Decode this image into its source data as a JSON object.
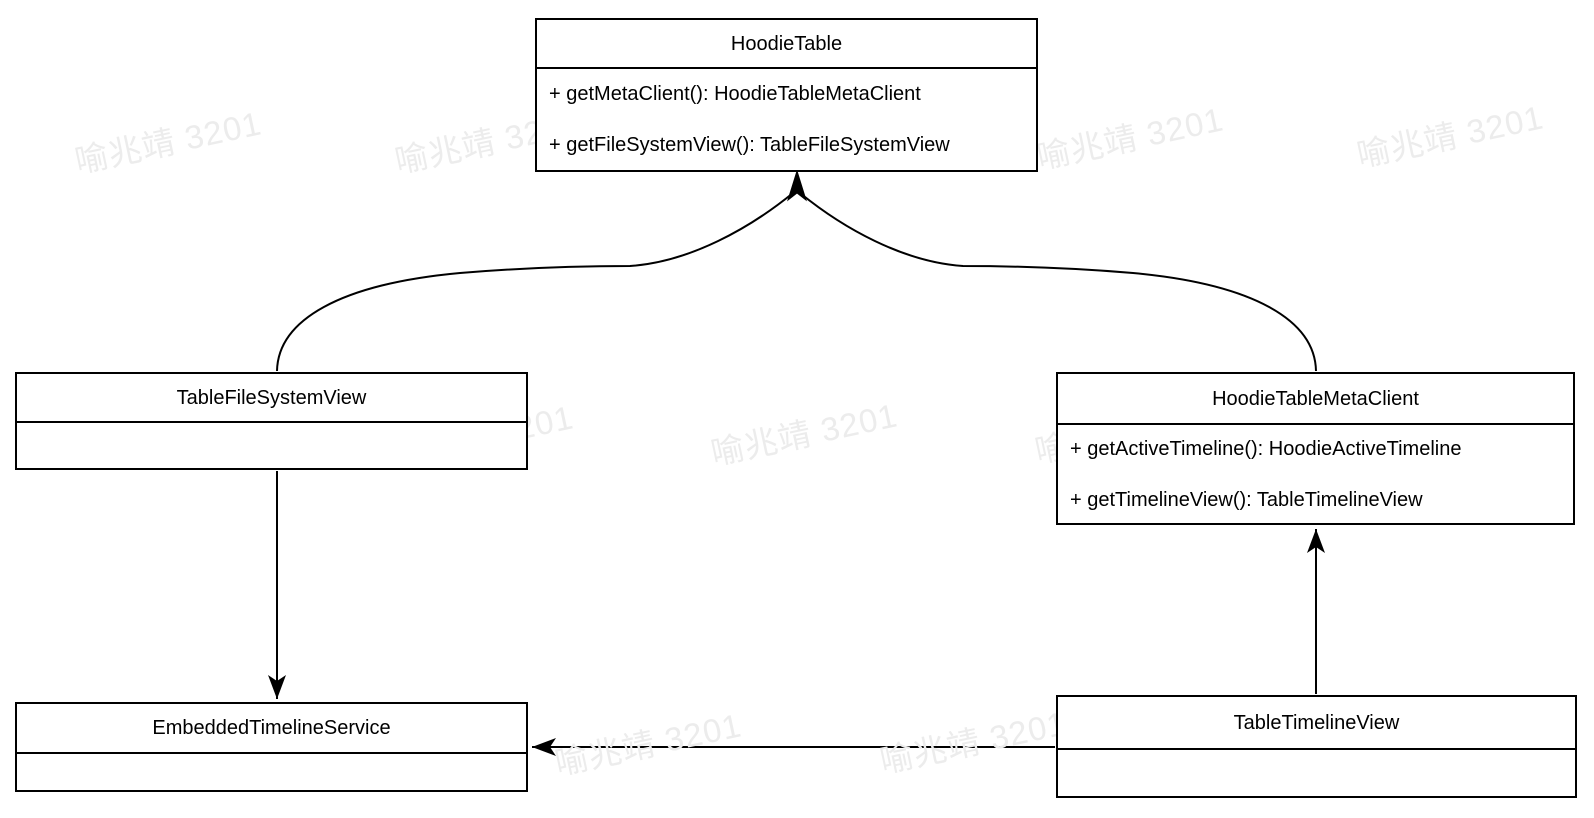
{
  "diagram": {
    "classes": [
      {
        "name": "HoodieTable",
        "methods": [
          "+ getMetaClient(): HoodieTableMetaClient",
          "+ getFileSystemView(): TableFileSystemView"
        ]
      },
      {
        "name": "TableFileSystemView",
        "methods": []
      },
      {
        "name": "HoodieTableMetaClient",
        "methods": [
          "+ getActiveTimeline(): HoodieActiveTimeline",
          "+ getTimelineView(): TableTimelineView"
        ]
      },
      {
        "name": "EmbeddedTimelineService",
        "methods": []
      },
      {
        "name": "TableTimelineView",
        "methods": []
      }
    ],
    "relations": [
      {
        "from": "TableFileSystemView",
        "to": "HoodieTable",
        "style": "curved-arrow"
      },
      {
        "from": "HoodieTableMetaClient",
        "to": "HoodieTable",
        "style": "curved-arrow"
      },
      {
        "from": "TableFileSystemView",
        "to": "EmbeddedTimelineService",
        "style": "straight-arrow"
      },
      {
        "from": "TableTimelineView",
        "to": "HoodieTableMetaClient",
        "style": "straight-arrow"
      },
      {
        "from": "TableTimelineView",
        "to": "EmbeddedTimelineService",
        "style": "straight-arrow"
      }
    ],
    "watermark": {
      "text": "喻兆靖 3201",
      "color": "#ececec"
    },
    "colors": {
      "background": "#ffffff",
      "box_fill": "#ffffff",
      "box_border": "#000000",
      "text": "#000000",
      "arrow": "#000000"
    }
  }
}
